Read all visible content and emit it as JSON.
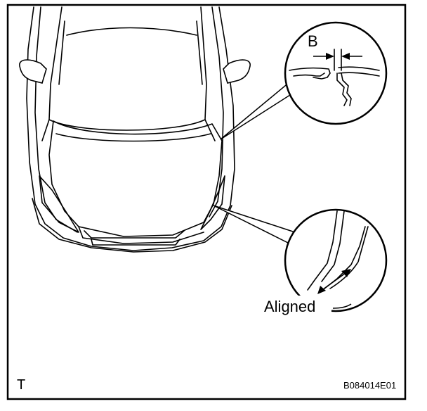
{
  "figure": {
    "callout_top_label": "B",
    "callout_bottom_label": "Aligned",
    "corner_label": "T",
    "figure_code": "B084014E01"
  }
}
